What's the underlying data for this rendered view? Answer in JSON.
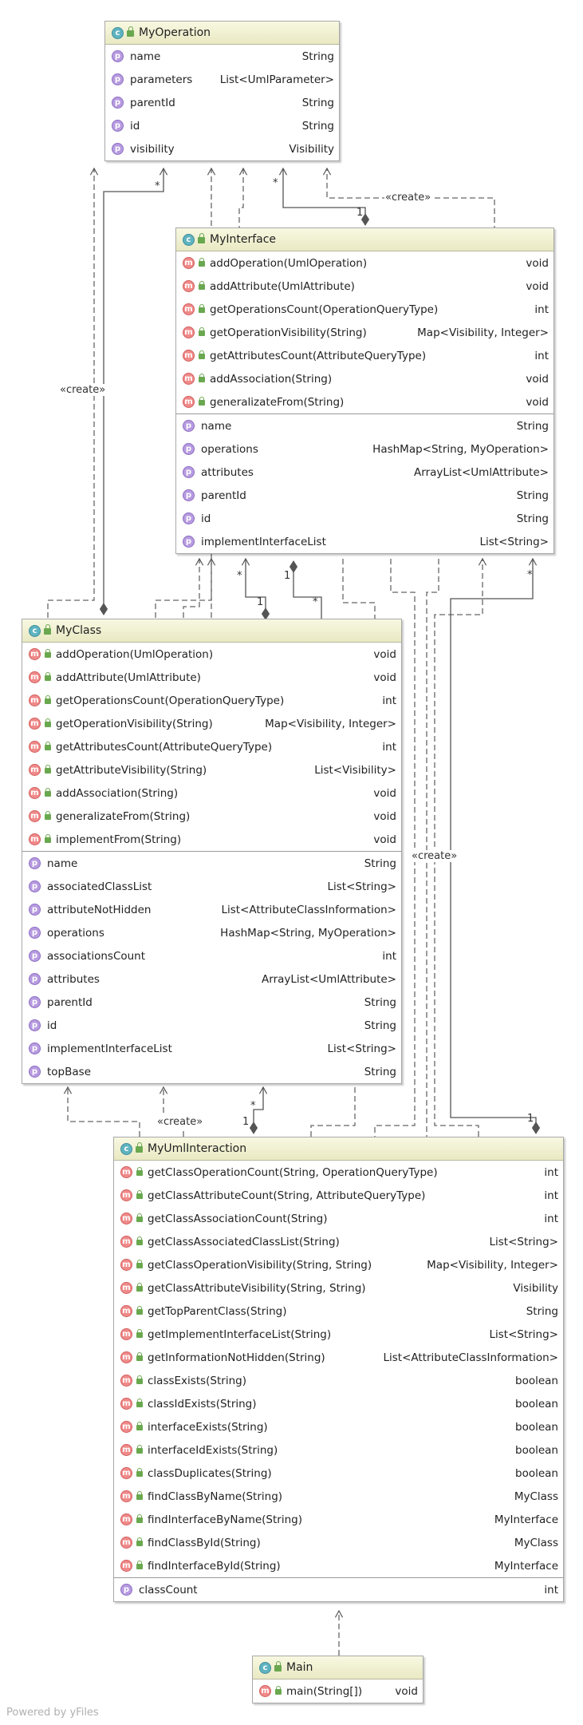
{
  "classes": {
    "myoperation": {
      "title": "MyOperation",
      "methods": [],
      "fields": [
        {
          "name": "name",
          "type": "String"
        },
        {
          "name": "parameters",
          "type": "List<UmlParameter>"
        },
        {
          "name": "parentId",
          "type": "String"
        },
        {
          "name": "id",
          "type": "String"
        },
        {
          "name": "visibility",
          "type": "Visibility"
        }
      ]
    },
    "myinterface": {
      "title": "MyInterface",
      "methods": [
        {
          "name": "addOperation(UmlOperation)",
          "type": "void"
        },
        {
          "name": "addAttribute(UmlAttribute)",
          "type": "void"
        },
        {
          "name": "getOperationsCount(OperationQueryType)",
          "type": "int"
        },
        {
          "name": "getOperationVisibility(String)",
          "type": "Map<Visibility, Integer>"
        },
        {
          "name": "getAttributesCount(AttributeQueryType)",
          "type": "int"
        },
        {
          "name": "addAssociation(String)",
          "type": "void"
        },
        {
          "name": "generalizateFrom(String)",
          "type": "void"
        }
      ],
      "fields": [
        {
          "name": "name",
          "type": "String"
        },
        {
          "name": "operations",
          "type": "HashMap<String, MyOperation>"
        },
        {
          "name": "attributes",
          "type": "ArrayList<UmlAttribute>"
        },
        {
          "name": "parentId",
          "type": "String"
        },
        {
          "name": "id",
          "type": "String"
        },
        {
          "name": "implementInterfaceList",
          "type": "List<String>"
        }
      ]
    },
    "myclass": {
      "title": "MyClass",
      "methods": [
        {
          "name": "addOperation(UmlOperation)",
          "type": "void"
        },
        {
          "name": "addAttribute(UmlAttribute)",
          "type": "void"
        },
        {
          "name": "getOperationsCount(OperationQueryType)",
          "type": "int"
        },
        {
          "name": "getOperationVisibility(String)",
          "type": "Map<Visibility, Integer>"
        },
        {
          "name": "getAttributesCount(AttributeQueryType)",
          "type": "int"
        },
        {
          "name": "getAttributeVisibility(String)",
          "type": "List<Visibility>"
        },
        {
          "name": "addAssociation(String)",
          "type": "void"
        },
        {
          "name": "generalizateFrom(String)",
          "type": "void"
        },
        {
          "name": "implementFrom(String)",
          "type": "void"
        }
      ],
      "fields": [
        {
          "name": "name",
          "type": "String"
        },
        {
          "name": "associatedClassList",
          "type": "List<String>"
        },
        {
          "name": "attributeNotHidden",
          "type": "List<AttributeClassInformation>"
        },
        {
          "name": "operations",
          "type": "HashMap<String, MyOperation>"
        },
        {
          "name": "associationsCount",
          "type": "int"
        },
        {
          "name": "attributes",
          "type": "ArrayList<UmlAttribute>"
        },
        {
          "name": "parentId",
          "type": "String"
        },
        {
          "name": "id",
          "type": "String"
        },
        {
          "name": "implementInterfaceList",
          "type": "List<String>"
        },
        {
          "name": "topBase",
          "type": "String"
        }
      ]
    },
    "myumlinteraction": {
      "title": "MyUmlInteraction",
      "methods": [
        {
          "name": "getClassOperationCount(String, OperationQueryType)",
          "type": "int"
        },
        {
          "name": "getClassAttributeCount(String, AttributeQueryType)",
          "type": "int"
        },
        {
          "name": "getClassAssociationCount(String)",
          "type": "int"
        },
        {
          "name": "getClassAssociatedClassList(String)",
          "type": "List<String>"
        },
        {
          "name": "getClassOperationVisibility(String, String)",
          "type": "Map<Visibility, Integer>"
        },
        {
          "name": "getClassAttributeVisibility(String, String)",
          "type": "Visibility"
        },
        {
          "name": "getTopParentClass(String)",
          "type": "String"
        },
        {
          "name": "getImplementInterfaceList(String)",
          "type": "List<String>"
        },
        {
          "name": "getInformationNotHidden(String)",
          "type": "List<AttributeClassInformation>"
        },
        {
          "name": "classExists(String)",
          "type": "boolean"
        },
        {
          "name": "classIdExists(String)",
          "type": "boolean"
        },
        {
          "name": "interfaceExists(String)",
          "type": "boolean"
        },
        {
          "name": "interfaceIdExists(String)",
          "type": "boolean"
        },
        {
          "name": "classDuplicates(String)",
          "type": "boolean"
        },
        {
          "name": "findClassByName(String)",
          "type": "MyClass"
        },
        {
          "name": "findInterfaceByName(String)",
          "type": "MyInterface"
        },
        {
          "name": "findClassById(String)",
          "type": "MyClass"
        },
        {
          "name": "findInterfaceById(String)",
          "type": "MyInterface"
        }
      ],
      "fields": [
        {
          "name": "classCount",
          "type": "int"
        }
      ]
    },
    "main": {
      "title": "Main",
      "methods": [
        {
          "name": "main(String[])",
          "type": "void"
        }
      ],
      "fields": []
    }
  },
  "labels": {
    "create": "«create»",
    "many": "*",
    "one": "1"
  },
  "badges": {
    "class": "c",
    "method": "m",
    "property": "p"
  },
  "footer": "Powered by yFiles",
  "colors": {
    "header_top": "#f8f8e2",
    "header_bottom": "#e9e9c3",
    "class_badge": "#5fb3c0",
    "method_badge": "#f08a8a",
    "property_badge": "#b79be0",
    "lock": "#6aa84f",
    "line": "#555555"
  }
}
